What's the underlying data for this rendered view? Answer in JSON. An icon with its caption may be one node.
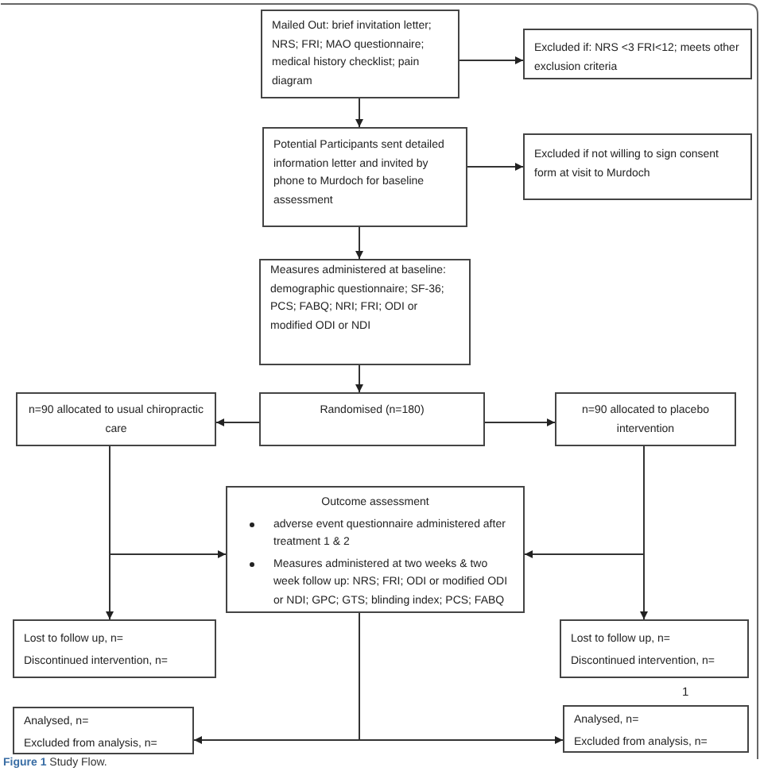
{
  "diagram": {
    "caption": "**Figure 1** Study Flow.",
    "nodes": [
      {
        "text": [
          "Mailed Out: brief invitation letter; NRS; FRI; MAO questionnaire; medical history checklist; pain diagram"
        ]
      },
      {
        "text": [
          "Excluded if: NRS <3 FRI<12; meets other exclusion criteria"
        ]
      },
      {
        "text": [
          "Potential Participants sent detailed information letter and invited by phone to Murdoch for baseline assessment"
        ]
      },
      {
        "text": [
          "Excluded if not willing to sign consent form at visit to Murdoch"
        ]
      },
      {
        "text": [
          "Measures administered at baseline: demographic questionnaire; SF-36; PCS; FABQ; NRI; FRI; ODI or modified ODI or NDI"
        ]
      },
      {
        "text": [
          "n=90 allocated to usual chiropractic care"
        ]
      },
      {
        "text": [
          "Randomised (n=180)"
        ]
      },
      {
        "text": [
          "n=90 allocated to placebo intervention"
        ]
      },
      {
        "text": [
          "Outcome assessment",
          "adverse event questionnaire administered after treatment 1 & 2",
          "Measures administered at two weeks  & two week follow up: NRS; FRI; ODI or modified ODI or NDI; GPC; GTS; blinding index; PCS; FABQ"
        ]
      },
      {
        "text": [
          "Lost to follow up, n=",
          "Discontinued intervention, n="
        ]
      },
      {
        "text": [
          "Lost to follow up, n=",
          "Discontinued intervention, n="
        ]
      },
      {
        "text": [
          "Analysed, n=",
          "Excluded from analysis, n="
        ]
      },
      {
        "text": [
          "Analysed, n=",
          "Excluded from analysis, n="
        ]
      }
    ],
    "edges": [
      {
        "from": 0,
        "to": 1,
        "arrow": "to"
      },
      {
        "from": 0,
        "to": 2,
        "arrow": "to"
      },
      {
        "from": 2,
        "to": 3,
        "arrow": "to"
      },
      {
        "from": 2,
        "to": 4,
        "arrow": "to"
      },
      {
        "from": 4,
        "to": 6,
        "arrow": "to"
      },
      {
        "from": 6,
        "to": 5,
        "arrow": "to"
      },
      {
        "from": 6,
        "to": 7,
        "arrow": "to"
      },
      {
        "from": 5,
        "to": 9,
        "arrow": "to"
      },
      {
        "from": 5,
        "to": 8,
        "arrow": "to"
      },
      {
        "from": 7,
        "to": 10,
        "arrow": "to"
      },
      {
        "from": 7,
        "to": 8,
        "arrow": "to"
      },
      {
        "from": 8,
        "to": 11,
        "arrow": "to"
      },
      {
        "from": 8,
        "to": 12,
        "arrow": "to"
      }
    ],
    "labels": [
      "1"
    ]
  }
}
